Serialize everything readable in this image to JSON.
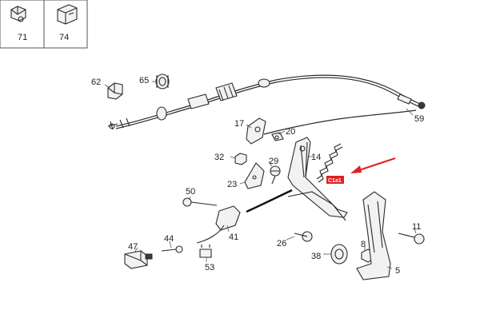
{
  "legend_boxes": [
    {
      "number": "71",
      "icon": "clip-icon"
    },
    {
      "number": "74",
      "icon": "bracket-icon"
    }
  ],
  "labels": {
    "n62": "62",
    "n65": "65",
    "n59": "59",
    "n17": "17",
    "n20": "20",
    "n14": "14",
    "n32": "32",
    "n29": "29",
    "n23": "23",
    "n50": "50",
    "n41": "41",
    "n47": "47",
    "n44": "44",
    "n53": "53",
    "n26": "26",
    "n38": "38",
    "n8": "8",
    "n11": "11",
    "n5": "5"
  },
  "callout": {
    "label": "C1a1",
    "color": "#e02020"
  },
  "colors": {
    "accent": "#e02020",
    "line": "#2b2b2b"
  }
}
